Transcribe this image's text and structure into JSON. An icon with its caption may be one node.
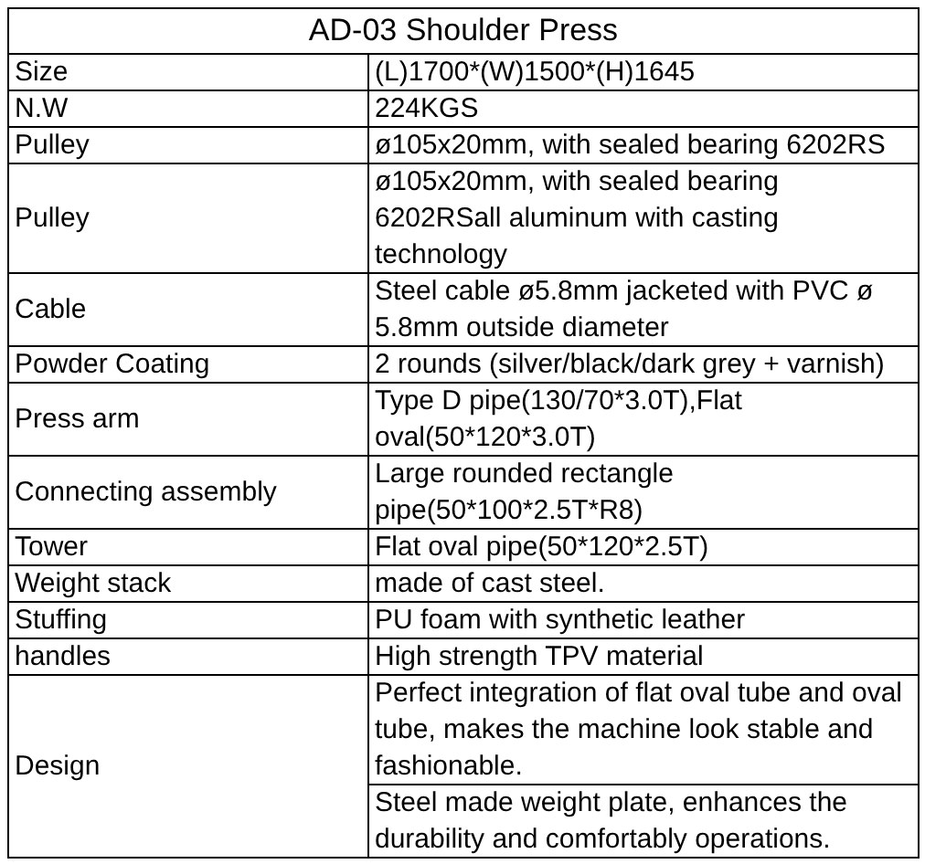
{
  "diagram": {
    "title": "AD-03 Shoulder Press",
    "labels": [
      "Size",
      "(L)1700*(W)1500*(H)1645",
      "N.W",
      "224KGS",
      "Pulley",
      "ø105x20mm, with sealed bearing 6202RS",
      "Pulley",
      "ø105x20mm, with sealed bearing 6202RSall aluminum with casting technology",
      "Cable",
      "Steel cable ø5.8mm jacketed with PVC ø 5.8mm outside diameter",
      "Powder Coating",
      "2 rounds (silver/black/dark grey + varnish)",
      "Press arm",
      "Type D pipe(130/70*3.0T),Flat oval(50*120*3.0T)",
      "Connecting assembly",
      "Large rounded rectangle pipe(50*100*2.5T*R8)",
      "Tower",
      "Flat oval pipe(50*120*2.5T)",
      "Weight stack",
      "made of cast steel.",
      "Stuffing",
      "PU foam with synthetic leather",
      "handles",
      "High strength TPV material",
      "Design",
      "Perfect integration of flat oval tube and oval tube, makes the machine look stable and fashionable.",
      "Steel made weight plate, enhances the durability and comfortably operations."
    ]
  }
}
